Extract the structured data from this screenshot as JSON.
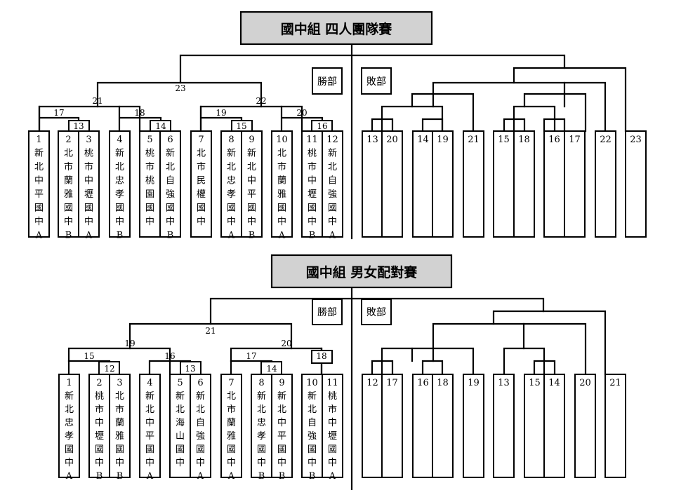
{
  "brackets": [
    {
      "title": "國中組  四人團隊賽",
      "winners_label": "勝部",
      "losers_label": "敗部",
      "match_numbers": [
        "23",
        "21",
        "22",
        "17",
        "18",
        "19",
        "20",
        "13",
        "14",
        "15",
        "16"
      ],
      "teams": [
        {
          "seed": "1",
          "name": "新北中平國中A"
        },
        {
          "seed": "2",
          "name": "北市蘭雅國中B"
        },
        {
          "seed": "3",
          "name": "桃市中壢國中A"
        },
        {
          "seed": "4",
          "name": "新北忠孝國中B"
        },
        {
          "seed": "5",
          "name": "桃市桃園國中"
        },
        {
          "seed": "6",
          "name": "新北自強國中B"
        },
        {
          "seed": "7",
          "name": "北市民權國中"
        },
        {
          "seed": "8",
          "name": "新北忠孝國中A"
        },
        {
          "seed": "9",
          "name": "新北中平國中B"
        },
        {
          "seed": "10",
          "name": "北市蘭雅國中A"
        },
        {
          "seed": "11",
          "name": "桃市中壢國中B"
        },
        {
          "seed": "12",
          "name": "新北自強國中A"
        }
      ],
      "loser_slots": [
        "13",
        "20",
        "14",
        "19",
        "21",
        "15",
        "18",
        "16",
        "17",
        "22",
        "23"
      ]
    },
    {
      "title": "國中組  男女配對賽",
      "winners_label": "勝部",
      "losers_label": "敗部",
      "match_numbers": [
        "21",
        "19",
        "20",
        "15",
        "16",
        "17",
        "18",
        "12",
        "13",
        "14"
      ],
      "teams": [
        {
          "seed": "1",
          "name": "新北忠孝國中A"
        },
        {
          "seed": "2",
          "name": "桃市中壢國中B"
        },
        {
          "seed": "3",
          "name": "北市蘭雅國中B"
        },
        {
          "seed": "4",
          "name": "新北中平國中A"
        },
        {
          "seed": "5",
          "name": "新北海山國中"
        },
        {
          "seed": "6",
          "name": "新北自強國中A"
        },
        {
          "seed": "7",
          "name": "北市蘭雅國中A"
        },
        {
          "seed": "8",
          "name": "新北忠孝國中B"
        },
        {
          "seed": "9",
          "name": "新北中平國中B"
        },
        {
          "seed": "10",
          "name": "新北自強國中B"
        },
        {
          "seed": "11",
          "name": "桃市中壢國中A"
        }
      ],
      "loser_slots": [
        "12",
        "17",
        "16",
        "18",
        "19",
        "13",
        "15",
        "14",
        "20",
        "21"
      ]
    }
  ]
}
